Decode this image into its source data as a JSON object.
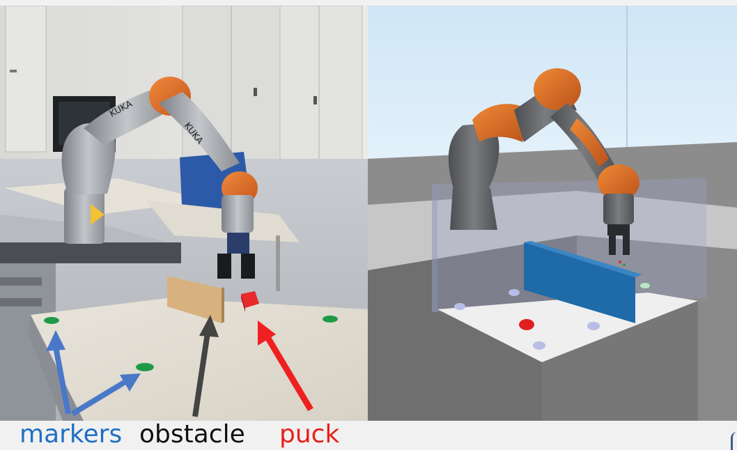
{
  "labels": {
    "markers": "markers",
    "obstacle": "obstacle",
    "puck": "puck"
  },
  "robot_brand": "KUKA",
  "colors": {
    "markers_label": "#1f6fc5",
    "obstacle_label": "#111111",
    "puck_label": "#e8201a",
    "marker_arrow": "#4a78c8",
    "obstacle_arrow": "#444444",
    "puck_arrow": "#f02020",
    "robot_orange": "#e06a1f",
    "robot_gray": "#9a9ea4",
    "sim_wall_blue": "#1f6aa8",
    "puck_red": "#e02020",
    "marker_green": "#1e9a46"
  }
}
